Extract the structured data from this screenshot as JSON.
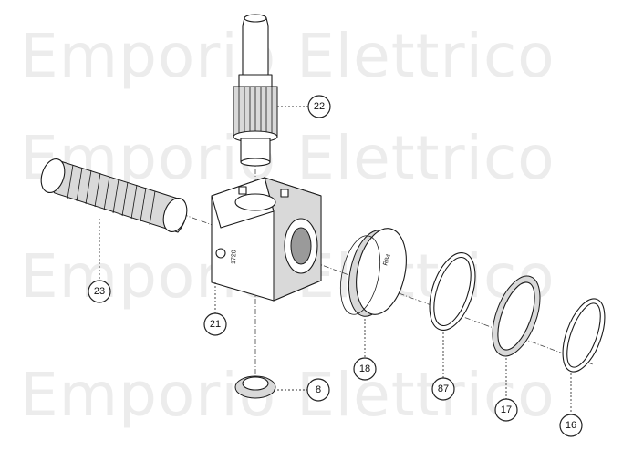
{
  "watermark": {
    "rows": [
      "Emporio Elettrico",
      "Emporio Elettrico",
      "Emporio Elettrico",
      "Emporio Elettrico"
    ]
  },
  "callouts": [
    {
      "id": "c22",
      "label": "22"
    },
    {
      "id": "c23",
      "label": "23"
    },
    {
      "id": "c21",
      "label": "21"
    },
    {
      "id": "c8",
      "label": "8"
    },
    {
      "id": "c18",
      "label": "18"
    },
    {
      "id": "c87",
      "label": "87"
    },
    {
      "id": "c17",
      "label": "17"
    },
    {
      "id": "c16",
      "label": "16"
    }
  ],
  "markings": {
    "housing_code": "1720",
    "cap_code": "R84"
  }
}
